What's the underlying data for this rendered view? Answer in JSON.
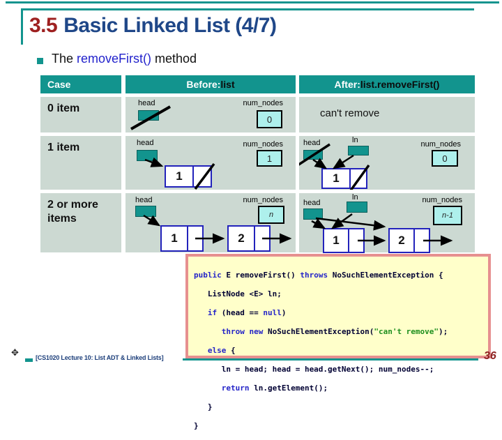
{
  "slide": {
    "title": {
      "number": "3.5",
      "text": "Basic Linked List (4/7)"
    },
    "bullet": {
      "pre": "The ",
      "method": "removeFirst()",
      "post": " method"
    }
  },
  "table": {
    "header": {
      "case": "Case",
      "before_prefix": "Before: ",
      "before_value": "list",
      "after_prefix": "After: ",
      "after_value": "list.removeFirst()"
    },
    "labels": {
      "head": "head",
      "ln": "ln",
      "num_nodes": "num_nodes"
    },
    "rows": [
      {
        "case": "0 item",
        "before": {
          "num_nodes": "0"
        },
        "after": {
          "message": "can't remove"
        }
      },
      {
        "case": "1 item",
        "before": {
          "node1": "1",
          "num_nodes": "1"
        },
        "after": {
          "node1": "1",
          "num_nodes": "0"
        }
      },
      {
        "case": "2 or more items",
        "before": {
          "node1": "1",
          "node2": "2",
          "num_nodes": "n"
        },
        "after": {
          "node1": "1",
          "node2": "2",
          "num_nodes": "n-1"
        }
      }
    ]
  },
  "code": {
    "lines": [
      [
        "public",
        " E removeFirst() ",
        "throws",
        " NoSuchElementException {"
      ],
      [
        "   ListNode <E> ln;"
      ],
      [
        "   ",
        "if",
        " (head == ",
        "null",
        ")"
      ],
      [
        "      ",
        "throw",
        " ",
        "new",
        " NoSuchElementException(",
        "\"can't remove\"",
        ");"
      ],
      [
        "   ",
        "else",
        " {"
      ],
      [
        "      ln = head; head = head.getNext(); num_nodes--;"
      ],
      [
        "      ",
        "return",
        " ln.getElement();"
      ],
      [
        "   }"
      ],
      [
        "}"
      ]
    ]
  },
  "footer": {
    "marker": "✥",
    "text": "[CS1020 Lecture 10: List ADT & Linked Lists]",
    "page": "36"
  },
  "colors": {
    "teal": "#12948e",
    "cell_bg": "#ccd9d2",
    "num_box": "#aef0ec",
    "node_border": "#2222bb",
    "title_red": "#9e2020",
    "title_blue": "#1f4788",
    "keyword_blue": "#2424c8",
    "string_green": "#1e8f1e",
    "code_bg": "#ffffca",
    "code_border": "#e69090"
  }
}
